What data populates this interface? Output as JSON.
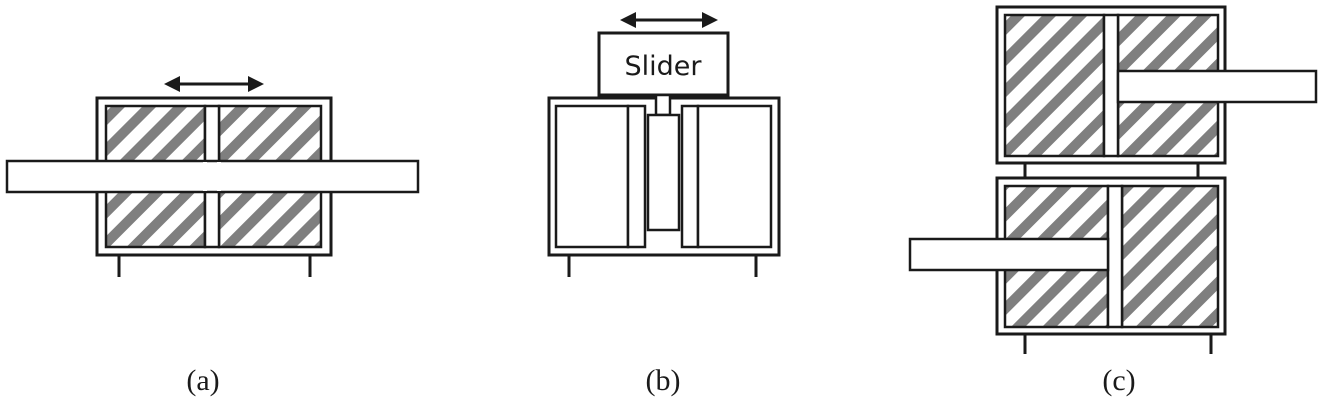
{
  "panels": [
    {
      "caption": "(a)"
    },
    {
      "caption": "(b)",
      "slider_label": "Slider"
    },
    {
      "caption": "(c)"
    }
  ],
  "colors": {
    "stroke": "#1a1a1a",
    "hatch": "#7f7f7f",
    "background": "#ffffff"
  }
}
